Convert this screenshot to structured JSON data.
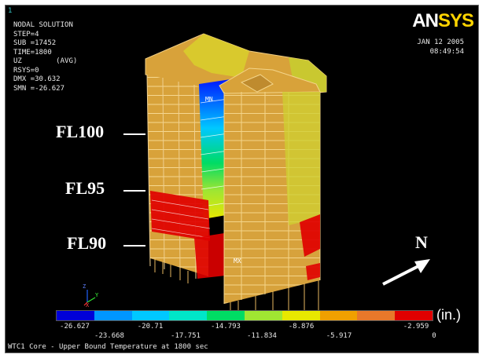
{
  "window_number": "1",
  "info": {
    "lines": [
      "NODAL SOLUTION",
      "",
      "STEP=4",
      "SUB =17452",
      "TIME=1800",
      "UZ        (AVG)",
      "RSYS=0",
      "DMX =30.632",
      "SMN =-26.627"
    ]
  },
  "logo": {
    "part1": "AN",
    "part2": "SYS"
  },
  "datetime": {
    "date": "JAN 12 2005",
    "time": "08:49:54"
  },
  "floor_labels": [
    "FL100",
    "FL95",
    "FL90"
  ],
  "markers": {
    "min": "MN",
    "max": "MX"
  },
  "north_label": "N",
  "legend": {
    "colors": [
      "#0000d8",
      "#0096ff",
      "#00c8ff",
      "#00e6c8",
      "#00dc64",
      "#a0e632",
      "#e8e800",
      "#f0a000",
      "#e8782a",
      "#e00000"
    ],
    "upper_ticks": [
      "-26.627",
      "-20.71",
      "-14.793",
      "-8.876",
      "-2.959"
    ],
    "lower_ticks": [
      "-23.668",
      "-17.751",
      "-11.834",
      "-5.917",
      "0"
    ],
    "units": "(in.)"
  },
  "footer": "WTC1 Core - Upper Bound Temperature at 1800 sec"
}
